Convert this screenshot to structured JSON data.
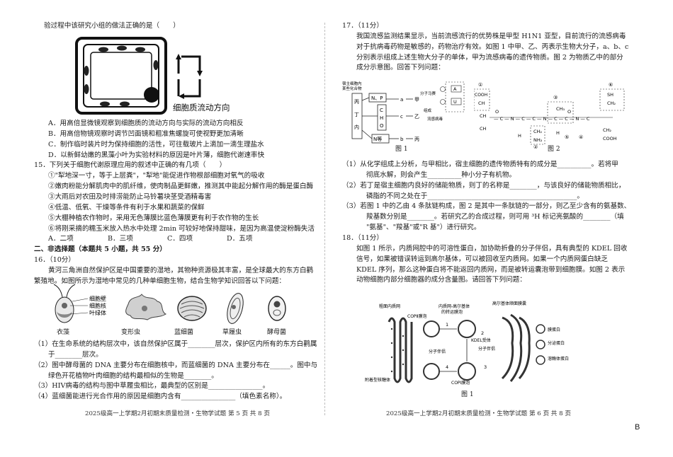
{
  "left": {
    "intro_line": "验过程中该研究小组的做法正确的是（　　）",
    "fig1_caption": "细胞质流动方向",
    "q14_options": [
      "A．用高倍显微镜观察到细胞质的流动方向与实际的流动方向相反",
      "B．用高倍物镜观察时调节凹面镜和粗准焦螺旋可使视野更加清晰",
      "C．制作临时装片时为保持细胞的活性，可往载玻片上滴加一滴生理盐水",
      "D．以新鲜幼嫩的黑藻小叶为实验材料的原因是叶片薄，细胞代谢速率快"
    ],
    "q15_stem": "15．下列关于细胞代谢原理应用的叙述中正确的有几项（　　）",
    "q15_items": [
      "①\"犁地深一寸，等于上层粪\"，\"犁地\"能促进作物根部细胞对氧气的吸收",
      "②嫩肉粉能分解肌肉中的肌纤维，使肉制品更鲜嫩，推测其中能起分解作用的酶是蛋白酶",
      "③大雨后对农田及时排涝能防止马铃薯块茎受酒精毒害",
      "④低温、低氧、干燥等条件有利于水果和蔬菜的保鲜",
      "⑤大棚种植农作物时，采用无色薄膜比蓝色薄膜更有利于农作物的生长",
      "⑥将刚采摘的糯玉米放入热水中处理 2min 可较好地保持甜味，是因为高温使淀粉酶失活"
    ],
    "q15_choices": [
      "A．二项",
      "B．三项",
      "C．四项",
      "D．五项"
    ],
    "section2_title": "二、非选择题（本题共 5 小题，共 55 分）",
    "q16_header": "16．（10分）",
    "q16_text": [
      "黄河三角洲自然保护区是中国重要的湿地，其物种资源极其丰富，是全球最大的东方白鹳",
      "繁殖地。如图所示为湿地中常见的几种单细胞生物，结合生物学知识回答以下问题："
    ],
    "organisms": {
      "labels": [
        "衣藻",
        "变形虫",
        "蓝细菌",
        "草履虫",
        "酵母菌"
      ],
      "chlamy_parts": [
        "细胞壁",
        "细胞核",
        "叶绿体"
      ]
    },
    "q16_questions": [
      "（1）在生命系统的结构层次中，该自然保护区属于________层次，保护区内所有的东方白鹳属",
      "于________层次。",
      "（2）图中酵母菌的 DNA 主要分布在细胞核中，而蓝细菌的 DNA 主要分布在______。图中与",
      "绿色开花植物叶肉细胞的结构最相似的生物是________。",
      "（3）HIV病毒的结构与图中草履虫相比，最典型的区别是________________。",
      "（4）蓝细菌能进行光合作用的原因是细胞内含有________________（填色素名称）。"
    ],
    "footer": "2025级高一上学期2月初期末质量检测・生物学试题 第 5 页 共 8 页"
  },
  "right": {
    "q17_header": "17．（11分）",
    "q17_text": [
      "我国流感监测结果显示，当前流感流行的优势株是甲型 H1N1 亚型，目前流行的流感病毒",
      "对于抗病毒药物是敏感的，药物治疗有效。如图 1 中甲、乙、丙表示生物大分子，a、b、c",
      "分别表示组成上述生物大分子的单体，甲为流感病毒的遗传物质。图 2 为物质乙中的部分",
      "成分示意图。回答下列问题："
    ],
    "fig1": {
      "host_label": [
        "宿主细胞内",
        "某些化合物"
      ],
      "boxes": [
        "N、P",
        "C",
        "H",
        "O",
        "N等"
      ],
      "col": [
        "丙",
        "丁",
        "内"
      ],
      "arrow_labels": [
        "分子马赛",
        "组成",
        "流感病毒"
      ],
      "right_labels": [
        "A",
        "U"
      ],
      "caption": "图 1"
    },
    "fig2": {
      "nums": [
        "①",
        "②",
        "③",
        "④",
        "⑤",
        "⑥"
      ],
      "cooh": "COOH",
      "caption": "图 2"
    },
    "q17_questions": [
      "（1）从化学组成上分析，与甲相比，宿主细胞的遗传物质特有的成分是__________。若将甲",
      "彻底水解，则会产生__________种小分子有机物。",
      "（2）若丁是宿主细胞内良好的储能物质，则丁的名称是________，与该良好的储能物质相比，",
      "磷脂的不同之处在于____________________________________________。",
      "（3）若图 1 中的乙由 4 条肽链构成，图 2 是其中一条肽链的一部分，则乙至少含有的氨基数、",
      "羧基数分别是________。若研究乙的合成过程，则可用 ³H 标记亮氨酸的________（填",
      "\"氨基\"、\"羧基\"或\"R 基\"）进行研究。"
    ],
    "q18_header": "18．（11分）",
    "q18_text": [
      "如图 1 所示，内质网腔中的可溶性蛋白，加协助折叠的分子伴侣，具有典型的 KDEL 回收",
      "信号，如果被错误转运到高尔基体，可以被回收至内质网。如果一个内质网蛋白缺乏",
      "KDEL 序列，那么这种蛋白将不能返回内质网，而是被转运囊泡带到细胞膜。如图 2 表示",
      "动物细胞内部分细胞器的成分含量图。请回答下列问题："
    ],
    "fig3": {
      "labels": [
        "粗面内质网",
        "内质网-高尔基体",
        "高尔基体顺面膜囊",
        "的转运膜泡",
        "COPⅡ膜泡",
        "KDEL受体",
        "分子伴侣",
        "分子伴侣",
        "COPⅠ膜泡",
        "附着型核糖体",
        "膜蛋白",
        "分泌蛋白",
        "溶酶体蛋白"
      ],
      "steps": [
        "1",
        "2",
        "3",
        "4"
      ],
      "caption": "图 1"
    },
    "footer": "2025级高一上学期2月初期末质量检测・生物学试题 第 6 页 共 8 页"
  },
  "page_mark": "B"
}
